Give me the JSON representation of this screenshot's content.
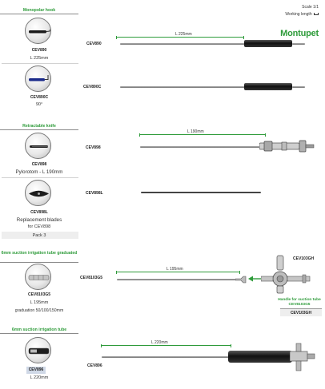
{
  "header": {
    "scale": "Scale 1/1",
    "working_length": "Working length",
    "working_length_icon": "ruler-icon",
    "brand": "Montupet",
    "brand_color": "#2e9b3a"
  },
  "sections": {
    "monopolar_hook": {
      "title": "Monopolar hook",
      "items": [
        {
          "code": "CEV890",
          "desc": "L 225mm",
          "ref": "CEV890"
        },
        {
          "code": "CEV890C",
          "desc": "90°",
          "ref": "CEV890C"
        }
      ],
      "length_label": "L 225mm"
    },
    "retractable_knife": {
      "title": "Retractable knife",
      "items": [
        {
          "code": "CEV898",
          "desc": "Pylorotom - L 190mm",
          "ref": "CEV898"
        },
        {
          "code": "CEV898L",
          "desc": "Replacement blades",
          "desc2": "for CEV898",
          "desc3": "Pack 3",
          "ref": "CEV898L"
        }
      ],
      "length_label": "L 190mm"
    },
    "suction_graduated": {
      "title": "6mm suction irrigation tube graduated",
      "item": {
        "code": "CEV8103G5",
        "desc": "L 195mm",
        "desc2": "graduation 50/100/150mm",
        "ref": "CEV8103G5"
      },
      "length_label": "L 195mm",
      "handle_ref": "CEV103GH",
      "handle_label": "Handle for suction tube",
      "handle_label2": "CEV8103G5",
      "handle_code": "CEV103GH"
    },
    "suction_tube": {
      "title": "6mm suction irrigation tube",
      "item": {
        "code": "CEV896",
        "desc": "L 220mm",
        "ref": "CEV896"
      },
      "length_label": "L 220mm"
    }
  }
}
